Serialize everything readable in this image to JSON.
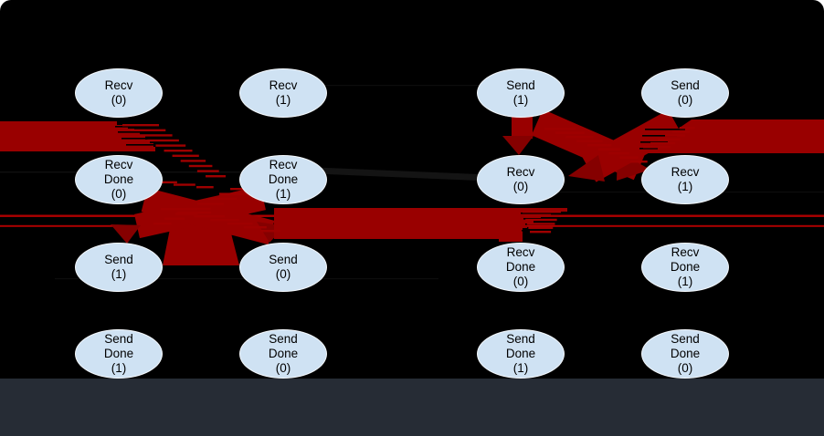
{
  "diagram": {
    "type": "event-dependency-graph",
    "colors": {
      "background": "#000000",
      "footer_bar": "#262c35",
      "node_fill": "#cfe2f3",
      "node_border": "#f4f8fc",
      "node_text": "#000000",
      "edge_red": "#990000",
      "edge_red_bright": "#ad0000",
      "arrowhead_red": "#850000"
    },
    "nodes": [
      {
        "id": "c1-recv-0",
        "label": "Recv\n(0)"
      },
      {
        "id": "c2-recv-1",
        "label": "Recv\n(1)"
      },
      {
        "id": "c3-send-1",
        "label": "Send\n(1)"
      },
      {
        "id": "c4-send-0",
        "label": "Send\n(0)"
      },
      {
        "id": "c1-recv-done-0",
        "label": "Recv\nDone\n(0)"
      },
      {
        "id": "c2-recv-done-1",
        "label": "Recv\nDone\n(1)"
      },
      {
        "id": "c3-recv-0",
        "label": "Recv\n(0)"
      },
      {
        "id": "c4-recv-1",
        "label": "Recv\n(1)"
      },
      {
        "id": "c1-send-1",
        "label": "Send\n(1)"
      },
      {
        "id": "c2-send-0",
        "label": "Send\n(0)"
      },
      {
        "id": "c3-recv-done-0",
        "label": "Recv\nDone\n(0)"
      },
      {
        "id": "c4-recv-done-1",
        "label": "Recv\nDone\n(1)"
      },
      {
        "id": "c1-send-done-1",
        "label": "Send\nDone\n(1)"
      },
      {
        "id": "c2-send-done-0",
        "label": "Send\nDone\n(0)"
      },
      {
        "id": "c3-send-done-1",
        "label": "Send\nDone\n(1)"
      },
      {
        "id": "c4-send-done-0",
        "label": "Send\nDone\n(0)"
      }
    ],
    "edges": [
      {
        "from": "offscreen-left",
        "to": "c1-recv-done-0",
        "style": "thick-red-band"
      },
      {
        "from": "c1-recv-0",
        "to": "c2-recv-done-1",
        "style": "hatched-red"
      },
      {
        "from": "c2-recv-done-1",
        "to": "c1-send-1",
        "style": "thick-red"
      },
      {
        "from": "c1-recv-done-0",
        "to": "c2-send-0",
        "style": "thick-red"
      },
      {
        "from": "c2-recv-done-1",
        "to": "c3-recv-done-0",
        "style": "thick-red-band"
      },
      {
        "from": "c3-send-1",
        "to": "c3-recv-0",
        "style": "thick-red"
      },
      {
        "from": "c3-send-1",
        "to": "c4-recv-1",
        "style": "thick-red"
      },
      {
        "from": "c4-send-0",
        "to": "c3-recv-0",
        "style": "thick-red"
      },
      {
        "from": "c4-send-0",
        "to": "offscreen-right",
        "style": "thick-red-band"
      },
      {
        "from": "c3-recv-0",
        "to": "offscreen-right",
        "style": "thin-red"
      },
      {
        "from": "c3-recv-0",
        "to": "offscreen-right",
        "style": "thin-red"
      }
    ]
  }
}
